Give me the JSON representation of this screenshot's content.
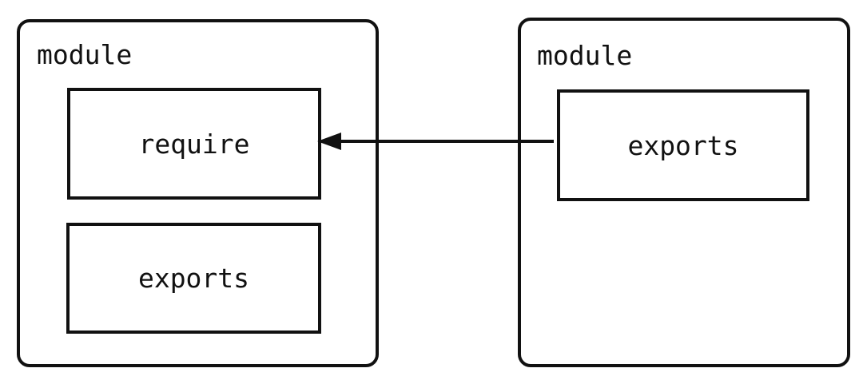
{
  "diagram": {
    "background_color": "#ffffff",
    "stroke_color": "#111111",
    "left_module": {
      "label": "module",
      "boxes": [
        {
          "label": "require"
        },
        {
          "label": "exports"
        }
      ]
    },
    "right_module": {
      "label": "module",
      "boxes": [
        {
          "label": "exports"
        }
      ]
    },
    "connector": {
      "type": "arrow",
      "from": "right module exports",
      "to": "left module require",
      "direction": "right-to-left"
    }
  }
}
